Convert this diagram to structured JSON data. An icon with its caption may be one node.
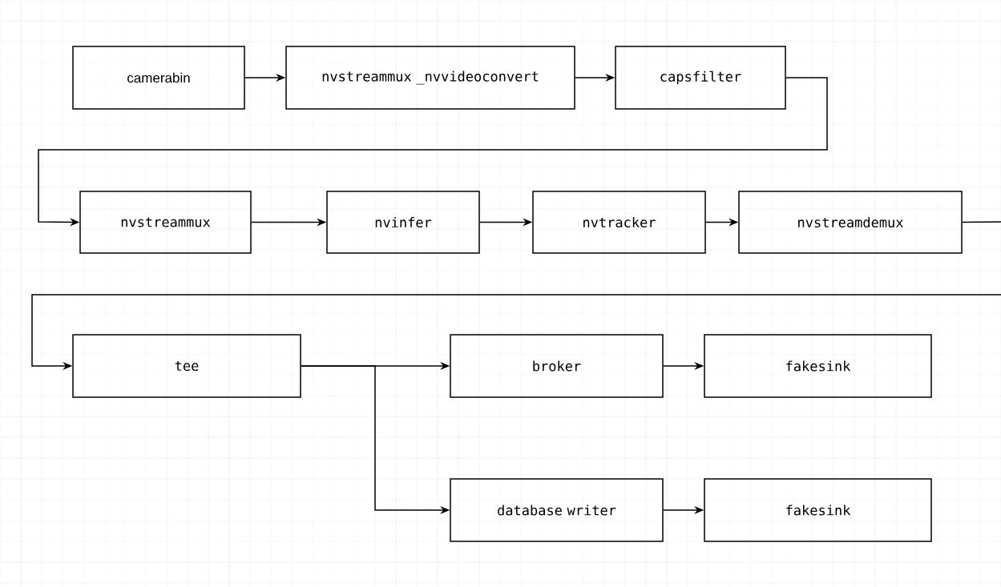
{
  "diagram": {
    "nodes": [
      {
        "text": [
          "camerabin"
        ]
      },
      {
        "text": [
          "nvstreammux _nvvideoconvert"
        ]
      },
      {
        "text": [
          "capsfilter"
        ]
      },
      {
        "text": [
          "nvstreammux"
        ]
      },
      {
        "text": [
          "nvinfer"
        ]
      },
      {
        "text": [
          "nvtracker"
        ]
      },
      {
        "text": [
          "nvstreamdemux"
        ]
      },
      {
        "text": [
          "tee"
        ]
      },
      {
        "text": [
          "broker"
        ]
      },
      {
        "text": [
          "fakesink"
        ]
      },
      {
        "text": [
          "database writer"
        ]
      },
      {
        "text": [
          "fakesink"
        ]
      }
    ],
    "edges": [
      {
        "from": 0,
        "to": 1,
        "arrow": "to"
      },
      {
        "from": 1,
        "to": 2,
        "arrow": "to"
      },
      {
        "from": 2,
        "to": 3,
        "arrow": "to"
      },
      {
        "from": 3,
        "to": 4,
        "arrow": "to"
      },
      {
        "from": 4,
        "to": 5,
        "arrow": "to"
      },
      {
        "from": 5,
        "to": 6,
        "arrow": "to"
      },
      {
        "from": 6,
        "to": 7,
        "arrow": "to"
      },
      {
        "from": 7,
        "to": 8,
        "arrow": "to"
      },
      {
        "from": 7,
        "to": 10,
        "arrow": "to"
      },
      {
        "from": 8,
        "to": 9,
        "arrow": "to"
      },
      {
        "from": 10,
        "to": 11,
        "arrow": "to"
      }
    ]
  }
}
